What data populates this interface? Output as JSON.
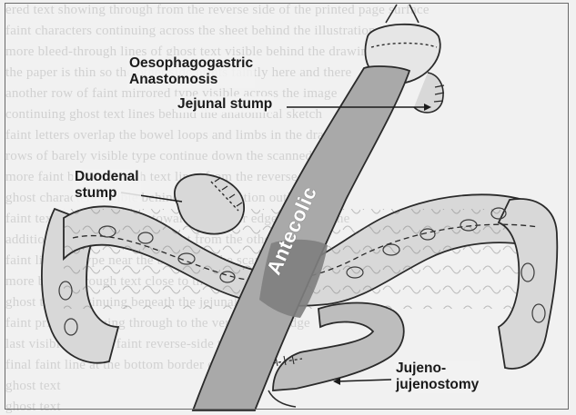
{
  "labels": {
    "oesophagogastric_line1": "Oesophagogastric",
    "oesophagogastric_line2": "Anastomosis",
    "jejunal_stump": "Jejunal stump",
    "duodenal_line1": "Duodenal",
    "duodenal_line2": "stump",
    "jujeno_line1": "Jujeno-",
    "jujeno_line2": "jujenostomy",
    "loop_label": "Antecolic"
  },
  "colors": {
    "bowel_fill": "#d8d8d8",
    "jejunum_fill": "#a9a9a9",
    "overlap_fill": "#7e7e7e",
    "outline": "#2a2a2a"
  }
}
